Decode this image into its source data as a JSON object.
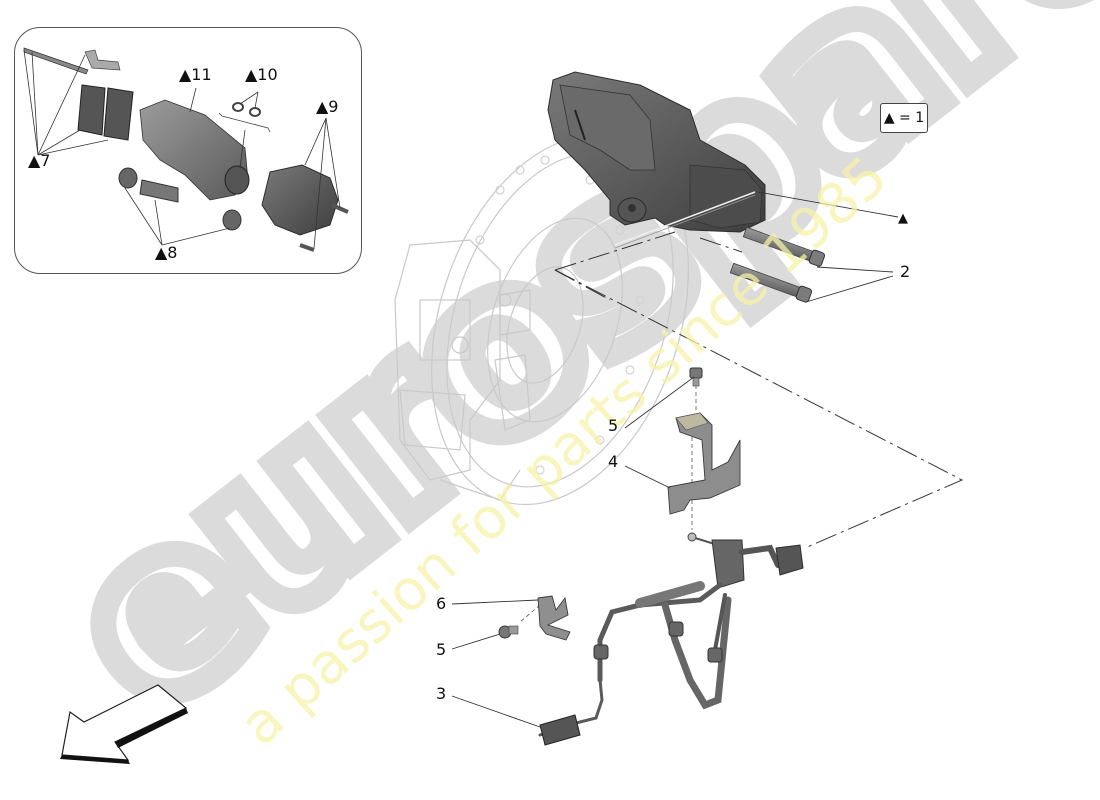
{
  "diagram": {
    "type": "exploded-parts-diagram",
    "subject": "brake caliper assembly with wear sensor harness",
    "legend": {
      "symbol": "▲",
      "text": "▲ = 1"
    },
    "inset_labels": [
      {
        "id": "7",
        "text": "▲7"
      },
      {
        "id": "8",
        "text": "▲8"
      },
      {
        "id": "9",
        "text": "▲9"
      },
      {
        "id": "10",
        "text": "▲10"
      },
      {
        "id": "11",
        "text": "▲11"
      }
    ],
    "main_labels": [
      {
        "id": "1",
        "text": "▲"
      },
      {
        "id": "2",
        "text": "2"
      },
      {
        "id": "5a",
        "text": "5"
      },
      {
        "id": "4",
        "text": "4"
      },
      {
        "id": "6",
        "text": "6"
      },
      {
        "id": "5b",
        "text": "5"
      },
      {
        "id": "3",
        "text": "3"
      }
    ],
    "orientation_arrow": "arrow-front-left-icon"
  },
  "watermark": {
    "brand": "eurospares",
    "tagline": "a passion for parts since 1985",
    "brand_color": "#d8d8d8",
    "tagline_color": "#f5f0a0"
  },
  "colors": {
    "part_dark": "#4a4a4a",
    "part_mid": "#6e6e6e",
    "part_light": "#9a9a9a",
    "ghost_line": "#c8c8c8",
    "leader": "#333333"
  }
}
